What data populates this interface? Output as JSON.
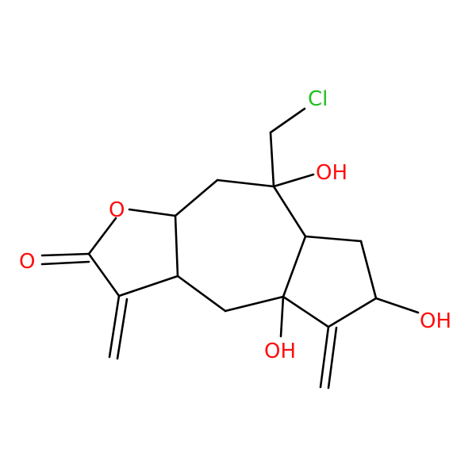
{
  "molecule": {
    "atoms": {
      "chlorine": "Cl",
      "hydroxyl_top": "OH",
      "hydroxyl_ring_junction": "OH",
      "hydroxyl_right": "OH",
      "ring_oxygen": "O",
      "carbonyl_oxygen": "O"
    }
  },
  "colors": {
    "bond": "#000000",
    "oxygen": "#ff0d0d",
    "chlorine": "#1fbf1f",
    "background": "#ffffff"
  }
}
